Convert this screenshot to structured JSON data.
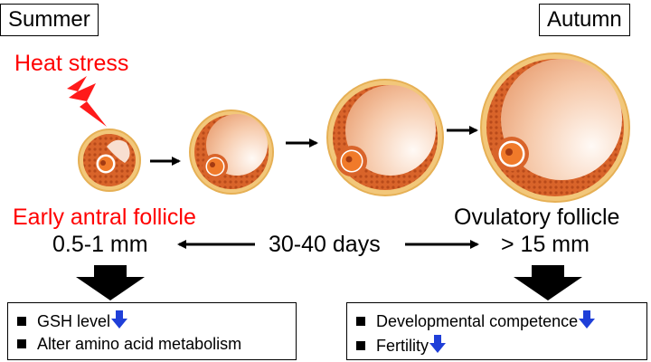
{
  "seasons": {
    "start": "Summer",
    "end": "Autumn"
  },
  "stressor": {
    "label": "Heat stress",
    "color": "#ff0000"
  },
  "stages": {
    "early": {
      "name": "Early antral follicle",
      "size": "0.5-1 mm"
    },
    "ovulatory": {
      "name": "Ovulatory follicle",
      "size": "> 15 mm"
    }
  },
  "duration": "30-40 days",
  "effects_early": [
    {
      "text": "GSH level",
      "trend": "decrease"
    },
    {
      "text": "Alter amino acid metabolism",
      "trend": ""
    }
  ],
  "effects_ovulatory": [
    {
      "text": "Developmental competence",
      "trend": "decrease"
    },
    {
      "text": "Fertility",
      "trend": "decrease"
    }
  ],
  "icons": {
    "lightning": "lightning-bolt-icon",
    "trend_down": "blue-down-arrow-icon"
  },
  "colors": {
    "follicle_granulosa": "#d9642a",
    "follicle_theca": "#f2c77a",
    "antrum_light": "#fff4ee",
    "antrum_dark": "#eaa27a",
    "trend_arrow": "#1f3fd8"
  }
}
